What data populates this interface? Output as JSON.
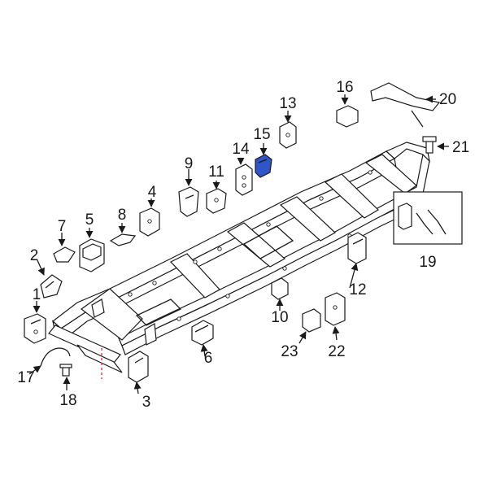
{
  "diagram": {
    "highlight_color": "#2f55c8",
    "line_color": "#1a1a1a",
    "highlighted_part": "15",
    "callouts": {
      "c1": "1",
      "c2": "2",
      "c3": "3",
      "c4": "4",
      "c5": "5",
      "c6": "6",
      "c7": "7",
      "c8": "8",
      "c9": "9",
      "c10": "10",
      "c11": "11",
      "c12": "12",
      "c13": "13",
      "c14": "14",
      "c15": "15",
      "c16": "16",
      "c17": "17",
      "c18": "18",
      "c19": "19",
      "c20": "20",
      "c21": "21",
      "c22": "22",
      "c23": "23"
    }
  }
}
